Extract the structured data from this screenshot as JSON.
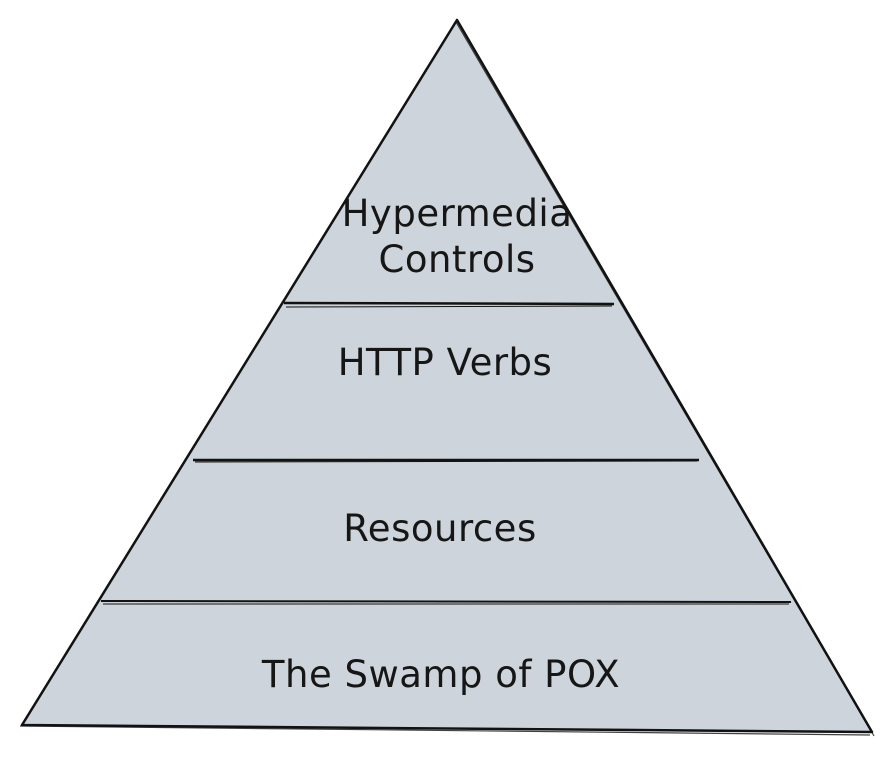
{
  "diagram": {
    "levels": [
      {
        "lines": [
          "Hypermedia",
          "Controls"
        ]
      },
      {
        "lines": [
          "HTTP Verbs"
        ]
      },
      {
        "lines": [
          "Resources"
        ]
      },
      {
        "lines": [
          "The Swamp of POX"
        ]
      }
    ]
  },
  "colors": {
    "fill": "#ced4db",
    "stroke": "#121212",
    "text": "#161616"
  }
}
